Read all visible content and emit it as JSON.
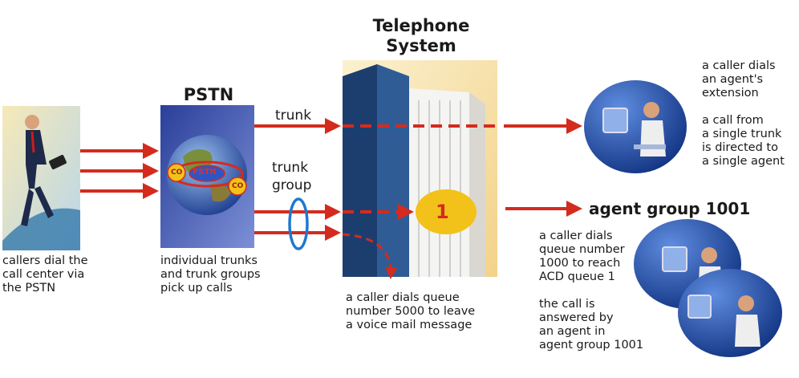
{
  "telephone_system": {
    "title": "Telephone\nSystem",
    "queue_badge": "1"
  },
  "pstn": {
    "title": "PSTN",
    "globe_label": "PSTN",
    "co_left": "CO",
    "co_right": "CO"
  },
  "labels": {
    "trunk": "trunk",
    "trunk_group": "trunk\ngroup",
    "agent_group": "agent group 1001"
  },
  "captions": {
    "callers": "callers dial the\ncall center via\nthe PSTN",
    "pstn": "individual trunks\nand trunk groups\npick up calls",
    "voicemail": "a caller dials queue\nnumber 5000 to leave\na voice mail message",
    "agent_extension": "a caller dials\nan agent's\nextension\n\na call from\na single trunk\nis directed to\na single agent",
    "acd_queue": "a caller dials\nqueue number\n1000 to reach\nACD queue 1\n\nthe call is\nanswered by\nan agent in\nagent group 1001"
  },
  "colors": {
    "arrow": "#d42b1e",
    "ring": "#1f78d1",
    "badge": "#f2c21a",
    "globe": "#3f5fb0"
  }
}
